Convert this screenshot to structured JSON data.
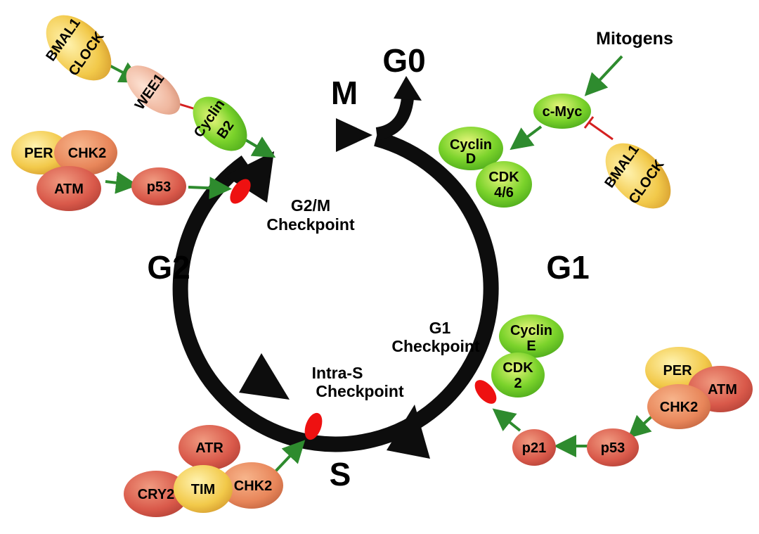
{
  "phases": {
    "m": "M",
    "g0": "G0",
    "g1": "G1",
    "g2": "G2",
    "s": "S"
  },
  "checkpoints": {
    "g2m": [
      "G2/M",
      "Checkpoint"
    ],
    "g1": [
      "G1",
      "Checkpoint"
    ],
    "intra_s": [
      "Intra-S",
      "Checkpoint"
    ]
  },
  "nodes": {
    "bmal1_tl": "BMAL1",
    "clock_tl": "CLOCK",
    "wee1": "WEE1",
    "cyclin_b2": [
      "Cyclin",
      "B2"
    ],
    "per_tl": "PER",
    "chk2_tl": "CHK2",
    "atm_tl": "ATM",
    "p53_tl": "p53",
    "mitogens": "Mitogens",
    "cmyc": "c-Myc",
    "bmal1_r": "BMAL1",
    "clock_r": "CLOCK",
    "cyclin_d": [
      "Cyclin",
      "D"
    ],
    "cdk46": [
      "CDK",
      "4/6"
    ],
    "cyclin_e": [
      "Cyclin",
      "E"
    ],
    "cdk2": [
      "CDK",
      "2"
    ],
    "per_br": "PER",
    "atm_br": "ATM",
    "chk2_br": "CHK2",
    "p53_br": "p53",
    "p21": "p21",
    "atr": "ATR",
    "cry2": "CRY2",
    "tim": "TIM",
    "chk2_bl": "CHK2"
  },
  "colors": {
    "cycle": "#0d0d0d",
    "checkpoint_marker": "#ee1111",
    "activation_arrow": "#2e8b2e",
    "inhibition": "#d42020",
    "yellow_node": "#f2c94a",
    "orange_node": "#e8865a",
    "red_node": "#d9594a",
    "green_node": "#7bd32b",
    "peach_node": "#f0b8a0"
  }
}
